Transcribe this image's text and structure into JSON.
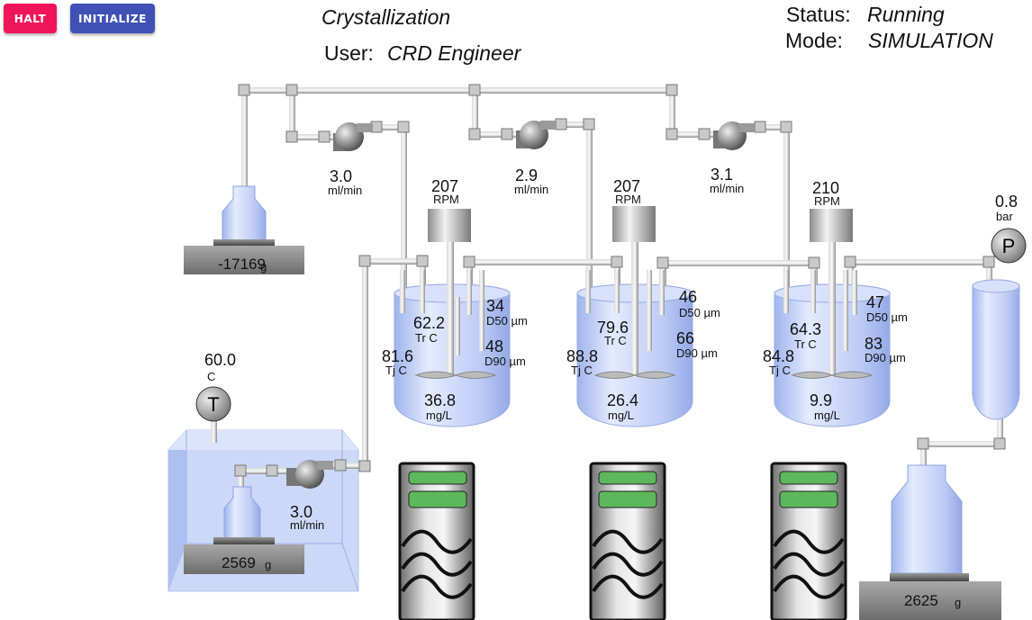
{
  "toolbar": {
    "halt_label": "HALT",
    "initialize_label": "INITIALIZE",
    "halt_color": "#f0145a",
    "initialize_color": "#3f51b5"
  },
  "header": {
    "process": "Crystallization",
    "user_label": "User:",
    "user_name": "CRD Engineer",
    "status_label": "Status:",
    "status_value": "Running",
    "mode_label": "Mode:",
    "mode_value": "SIMULATION"
  },
  "feed_balance": {
    "value": "-17169",
    "unit": "g"
  },
  "jacket_bath": {
    "temperature": {
      "value": "60.0",
      "unit": "C",
      "symbol": "T"
    },
    "balance": {
      "value": "2569",
      "unit": "g"
    },
    "pump": {
      "value": "3.0",
      "unit": "ml/min"
    }
  },
  "pumps": [
    {
      "value": "3.0",
      "unit": "ml/min"
    },
    {
      "value": "2.9",
      "unit": "ml/min"
    },
    {
      "value": "3.1",
      "unit": "ml/min"
    }
  ],
  "reactors": [
    {
      "rpm": "207",
      "rpm_unit": "RPM",
      "d50": "34",
      "d50_label": "D50 µm",
      "d90": "48",
      "d90_label": "D90 µm",
      "tr": "62.2",
      "tr_label": "Tr C",
      "tj": "81.6",
      "tj_label": "Tj C",
      "conc": "36.8",
      "conc_unit": "mg/L"
    },
    {
      "rpm": "207",
      "rpm_unit": "RPM",
      "d50": "46",
      "d50_label": "D50 µm",
      "d90": "66",
      "d90_label": "D90 µm",
      "tr": "79.6",
      "tr_label": "Tr C",
      "tj": "88.8",
      "tj_label": "Tj C",
      "conc": "26.4",
      "conc_unit": "mg/L"
    },
    {
      "rpm": "210",
      "rpm_unit": "RPM",
      "d50": "47",
      "d50_label": "D50 µm",
      "d90": "83",
      "d90_label": "D90 µm",
      "tr": "64.3",
      "tr_label": "Tr C",
      "tj": "84.8",
      "tj_label": "Tj C",
      "conc": "9.9",
      "conc_unit": "mg/L"
    }
  ],
  "pressure": {
    "value": "0.8",
    "unit": "bar",
    "symbol": "P"
  },
  "product_balance": {
    "value": "2625",
    "unit": "g"
  },
  "icons": [
    "pump-icon",
    "vessel-icon",
    "scale-icon",
    "stirrer-motor-icon",
    "thermostat-icon",
    "temperature-gauge-icon",
    "pressure-gauge-icon",
    "filter-column-icon",
    "product-bottle-icon"
  ],
  "colors": {
    "vessel_fill": "#b9c9f6",
    "pipe": "#a9a9a9",
    "thermostat_screen": "#5cb85c"
  }
}
